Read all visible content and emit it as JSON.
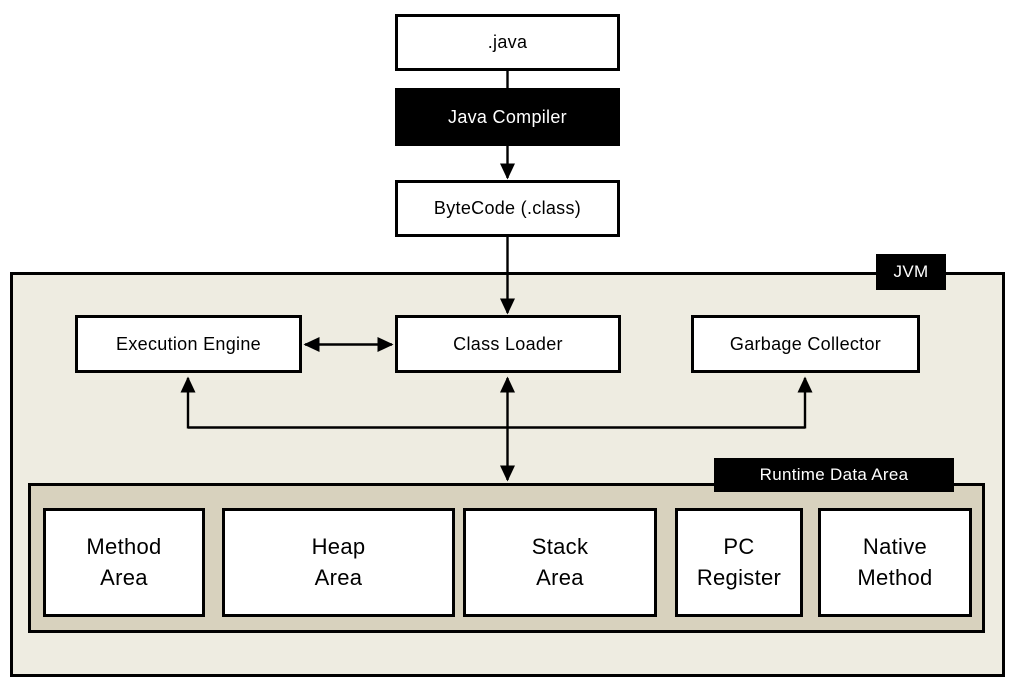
{
  "diagram": {
    "title": "JVM architecture flow diagram",
    "colors": {
      "background": "#FFFFFF",
      "jvm_container_bg": "#EEECE1",
      "runtime_container_bg": "#D8D2BE",
      "node_bg": "#FFFFFF",
      "inverse_node_bg": "#000000",
      "inverse_node_text": "#FFFFFF",
      "border_and_arrows": "#000000"
    },
    "nodes": {
      "java_source": {
        "label": ".java"
      },
      "java_compiler": {
        "label": "Java Compiler"
      },
      "bytecode": {
        "label": "ByteCode (.class)"
      },
      "execution_engine": {
        "label": "Execution Engine"
      },
      "class_loader": {
        "label": "Class Loader"
      },
      "garbage_collector": {
        "label": "Garbage Collector"
      },
      "method_area": {
        "label": "Method\nArea"
      },
      "heap_area": {
        "label": "Heap\nArea"
      },
      "stack_area": {
        "label": "Stack\nArea"
      },
      "pc_register": {
        "label": "PC\nRegister"
      },
      "native_method": {
        "label": "Native\nMethod"
      }
    },
    "containers": {
      "jvm": {
        "label": "JVM"
      },
      "runtime_data_area": {
        "label": "Runtime Data Area"
      }
    },
    "connections": [
      {
        "from": "java_source",
        "to": "java_compiler",
        "style": "plain-line"
      },
      {
        "from": "java_compiler",
        "to": "bytecode",
        "style": "arrow-down"
      },
      {
        "from": "bytecode",
        "to": "class_loader",
        "style": "arrow-down"
      },
      {
        "from": "execution_engine",
        "to": "class_loader",
        "style": "double-headed-horizontal"
      },
      {
        "from": "class_loader",
        "to": "runtime_data_area",
        "style": "double-headed-vertical"
      },
      {
        "from": "runtime_elbow",
        "to": "execution_engine",
        "style": "elbow-arrow-up"
      },
      {
        "from": "runtime_elbow",
        "to": "garbage_collector",
        "style": "elbow-arrow-up"
      }
    ]
  }
}
